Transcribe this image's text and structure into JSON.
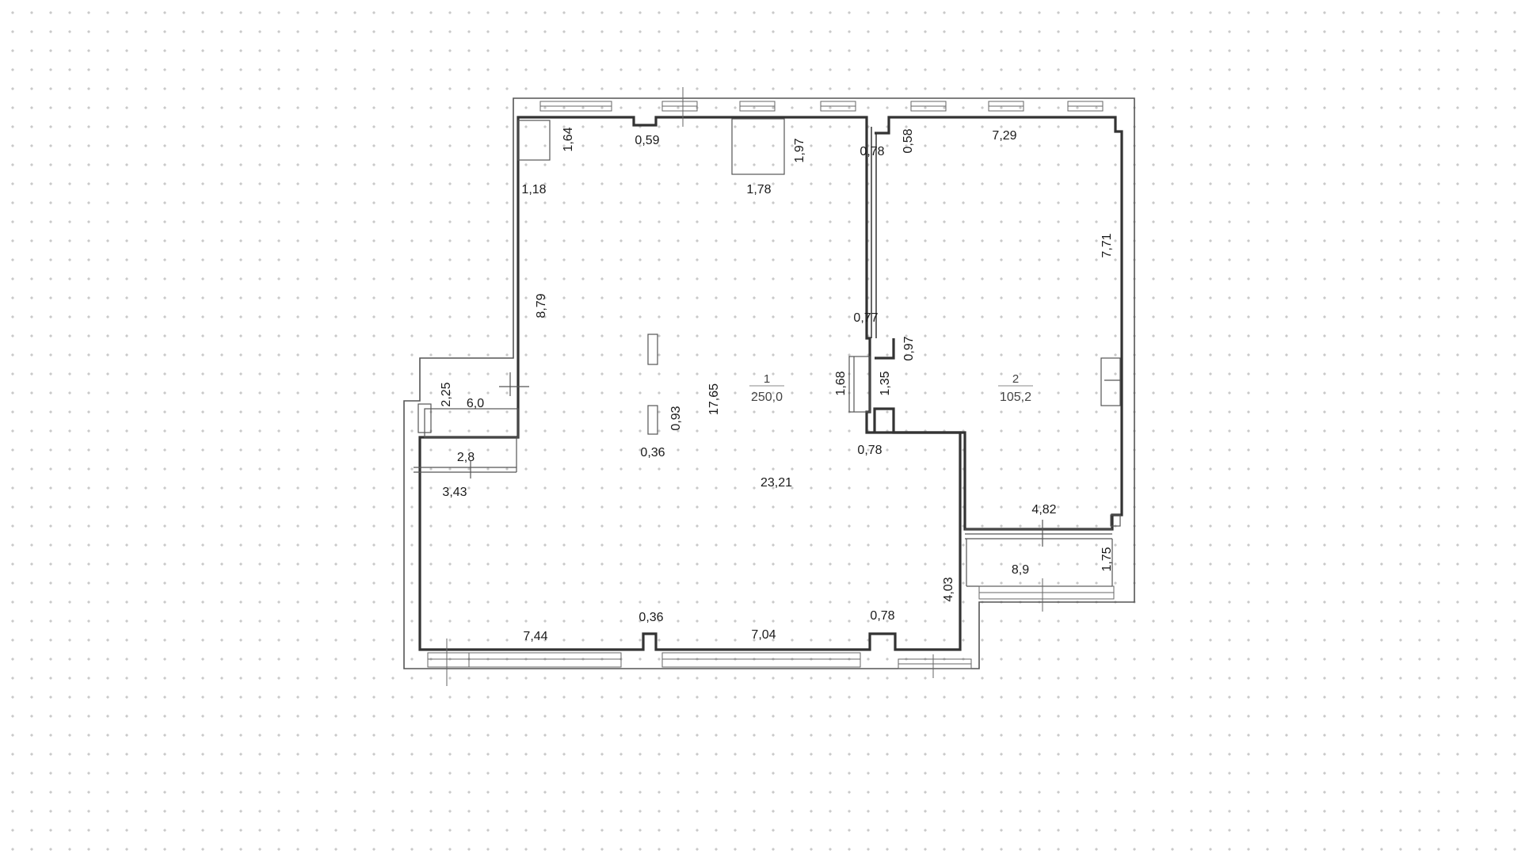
{
  "rooms": [
    {
      "number": "1",
      "area": "250,0"
    },
    {
      "number": "2",
      "area": "105,2"
    }
  ],
  "dimensions": {
    "d_1_64": "1,64",
    "d_0_59": "0,59",
    "d_1_97": "1,97",
    "d_0_78_top": "0,78",
    "d_0_58": "0,58",
    "d_7_29": "7,29",
    "d_1_18": "1,18",
    "d_1_78": "1,78",
    "d_7_71": "7,71",
    "d_8_79": "8,79",
    "d_0_77": "0,77",
    "d_0_97": "0,97",
    "d_1_68": "1,68",
    "d_1_35": "1,35",
    "d_2_25": "2,25",
    "d_6_0": "6,0",
    "d_17_65": "17,65",
    "d_0_93": "0,93",
    "d_0_36_mid": "0,36",
    "d_0_78_mid": "0,78",
    "d_2_8": "2,8",
    "d_3_43": "3,43",
    "d_23_21": "23,21",
    "d_4_82": "4,82",
    "d_8_9": "8,9",
    "d_1_75": "1,75",
    "d_4_03": "4,03",
    "d_0_36_bottom": "0,36",
    "d_0_78_bottom": "0,78",
    "d_7_44": "7,44",
    "d_7_04": "7,04"
  }
}
